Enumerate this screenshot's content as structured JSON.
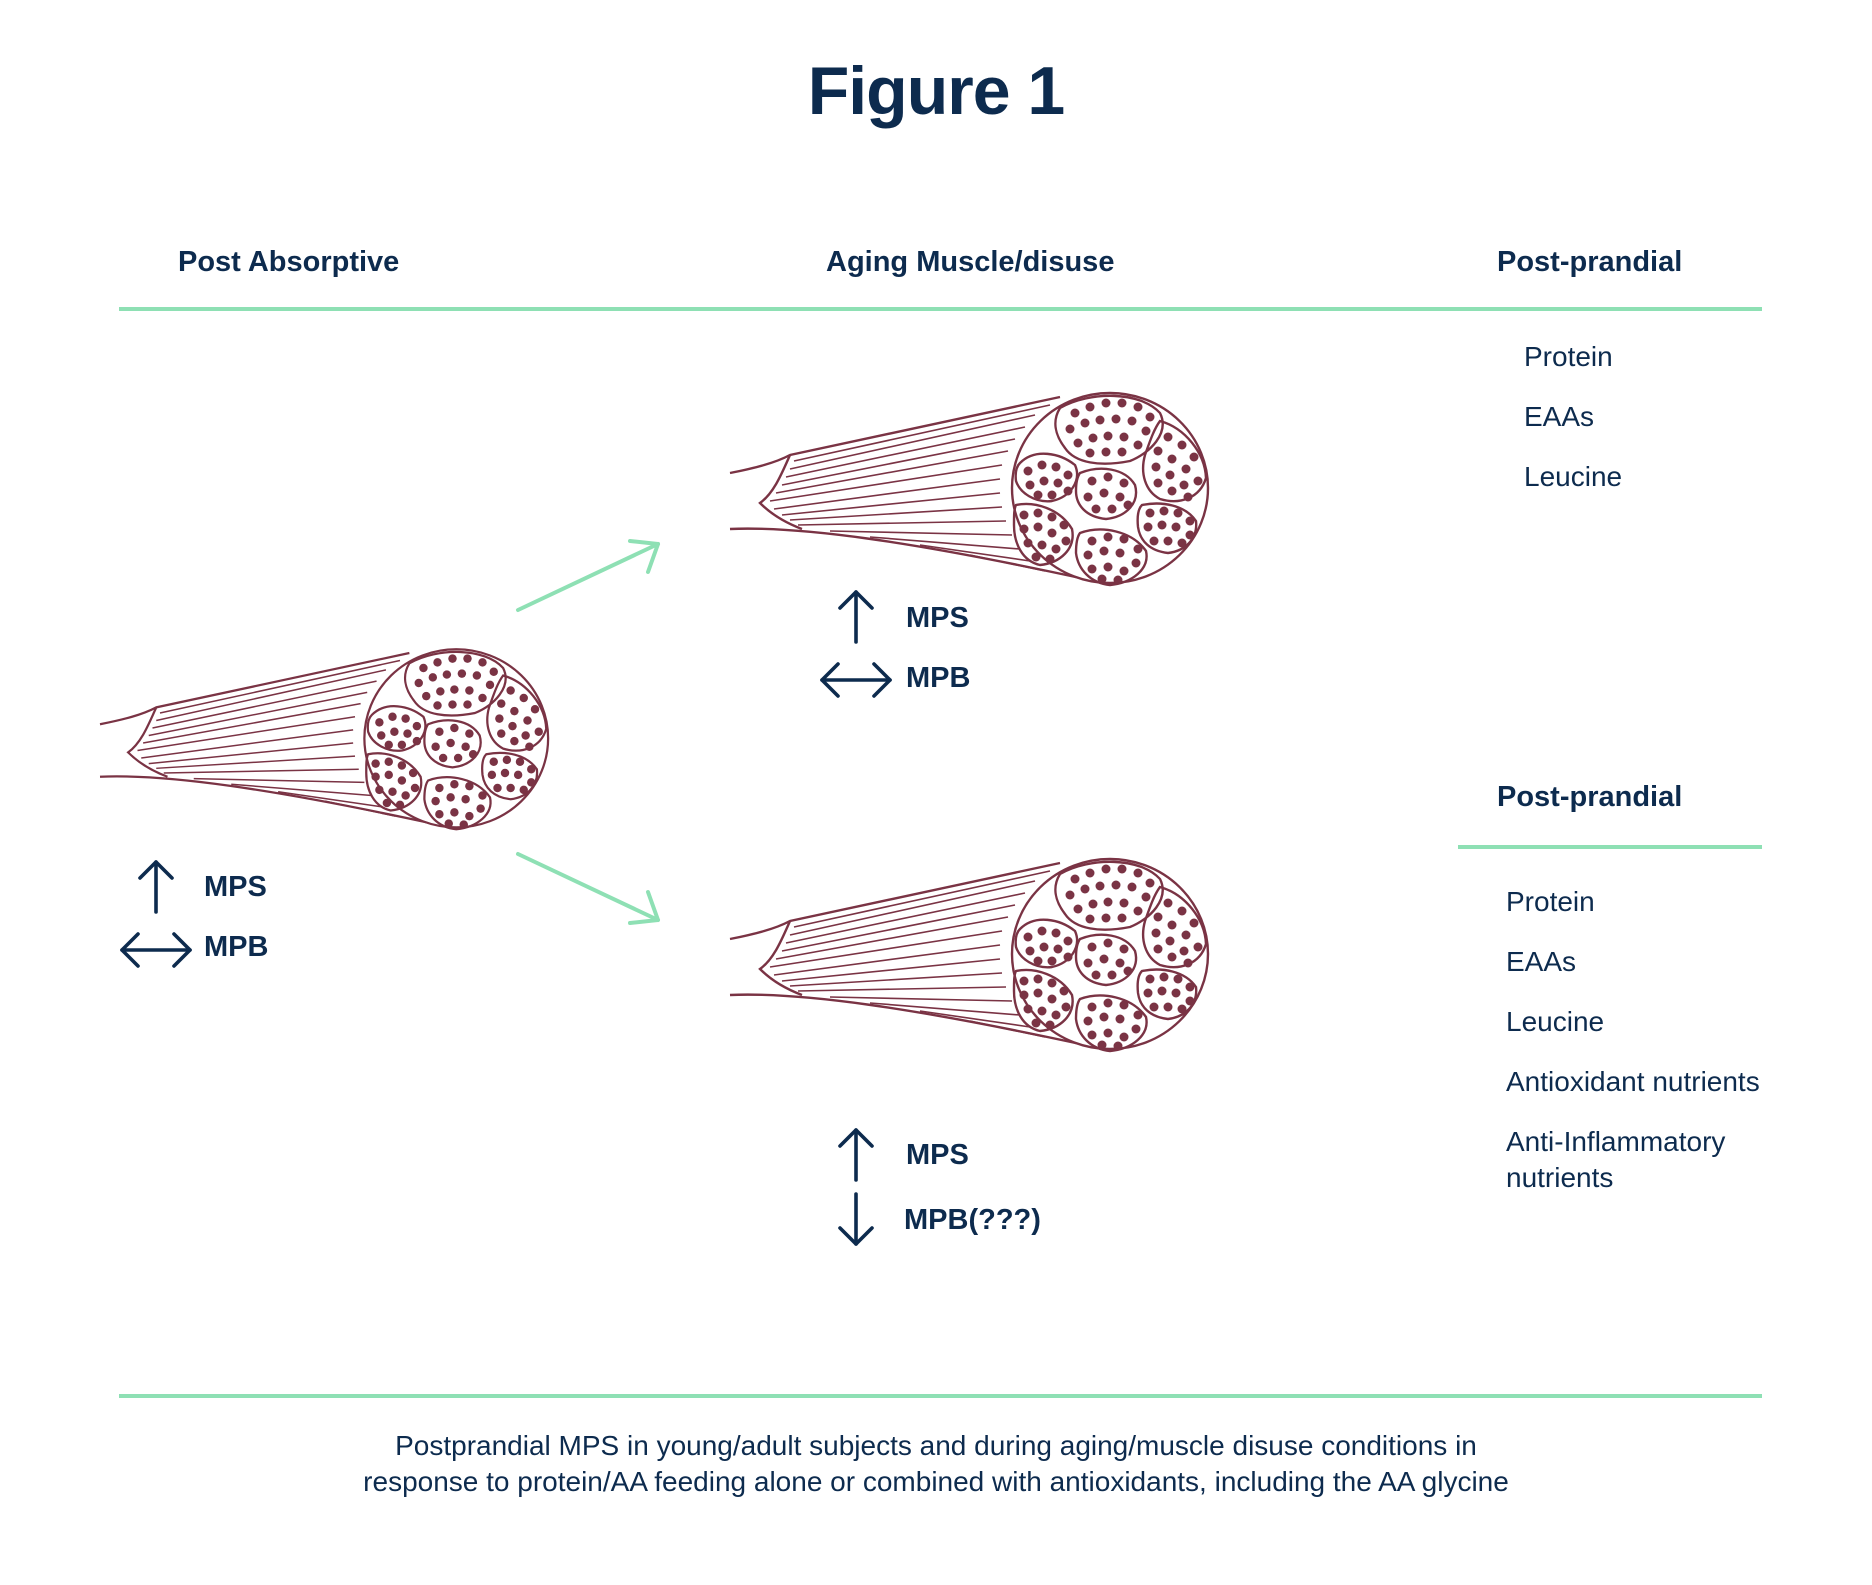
{
  "title": "Figure 1",
  "columns": {
    "left": "Post Absorptive",
    "middle": "Aging Muscle/disuse",
    "right": "Post-prandial"
  },
  "top_panel": {
    "nutrients": [
      "Protein",
      "EAAs",
      "Leucine"
    ],
    "mps": "MPS",
    "mpb": "MPB"
  },
  "left_panel": {
    "mps": "MPS",
    "mpb": "MPB"
  },
  "bottom_panel": {
    "heading": "Post-prandial",
    "nutrients": [
      "Protein",
      "EAAs",
      "Leucine",
      "Antioxidant nutrients",
      "Anti-Inflammatory",
      "nutrients"
    ],
    "mps": "MPS",
    "mpb": "MPB(???)"
  },
  "caption": {
    "line1": "Postprandial MPS in young/adult subjects and during aging/muscle disuse conditions in",
    "line2": "response to protein/AA feeding alone or combined with antioxidants, including the AA glycine"
  },
  "colors": {
    "navy": "#0d2b4e",
    "mint": "#8ee0b4",
    "muscle": "#7a3344"
  }
}
